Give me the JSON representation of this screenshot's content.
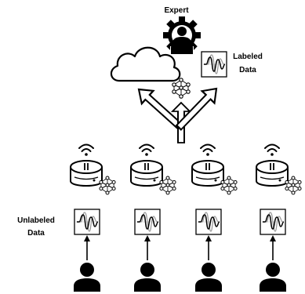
{
  "title": "Expert",
  "labeled_data_label": [
    "Labeled",
    "Data"
  ],
  "unlabeled_data_label": [
    "Unlabeled",
    "Data"
  ],
  "client_count": 4,
  "colors": {
    "stroke": "#000000",
    "fill": "#ffffff",
    "wave_secondary": "#999999"
  },
  "icons": [
    "expert-icon",
    "cloud-icon",
    "neural-network-icon",
    "waveform-icon",
    "wifi-icon",
    "device-icon",
    "person-icon",
    "arrow-icon"
  ]
}
